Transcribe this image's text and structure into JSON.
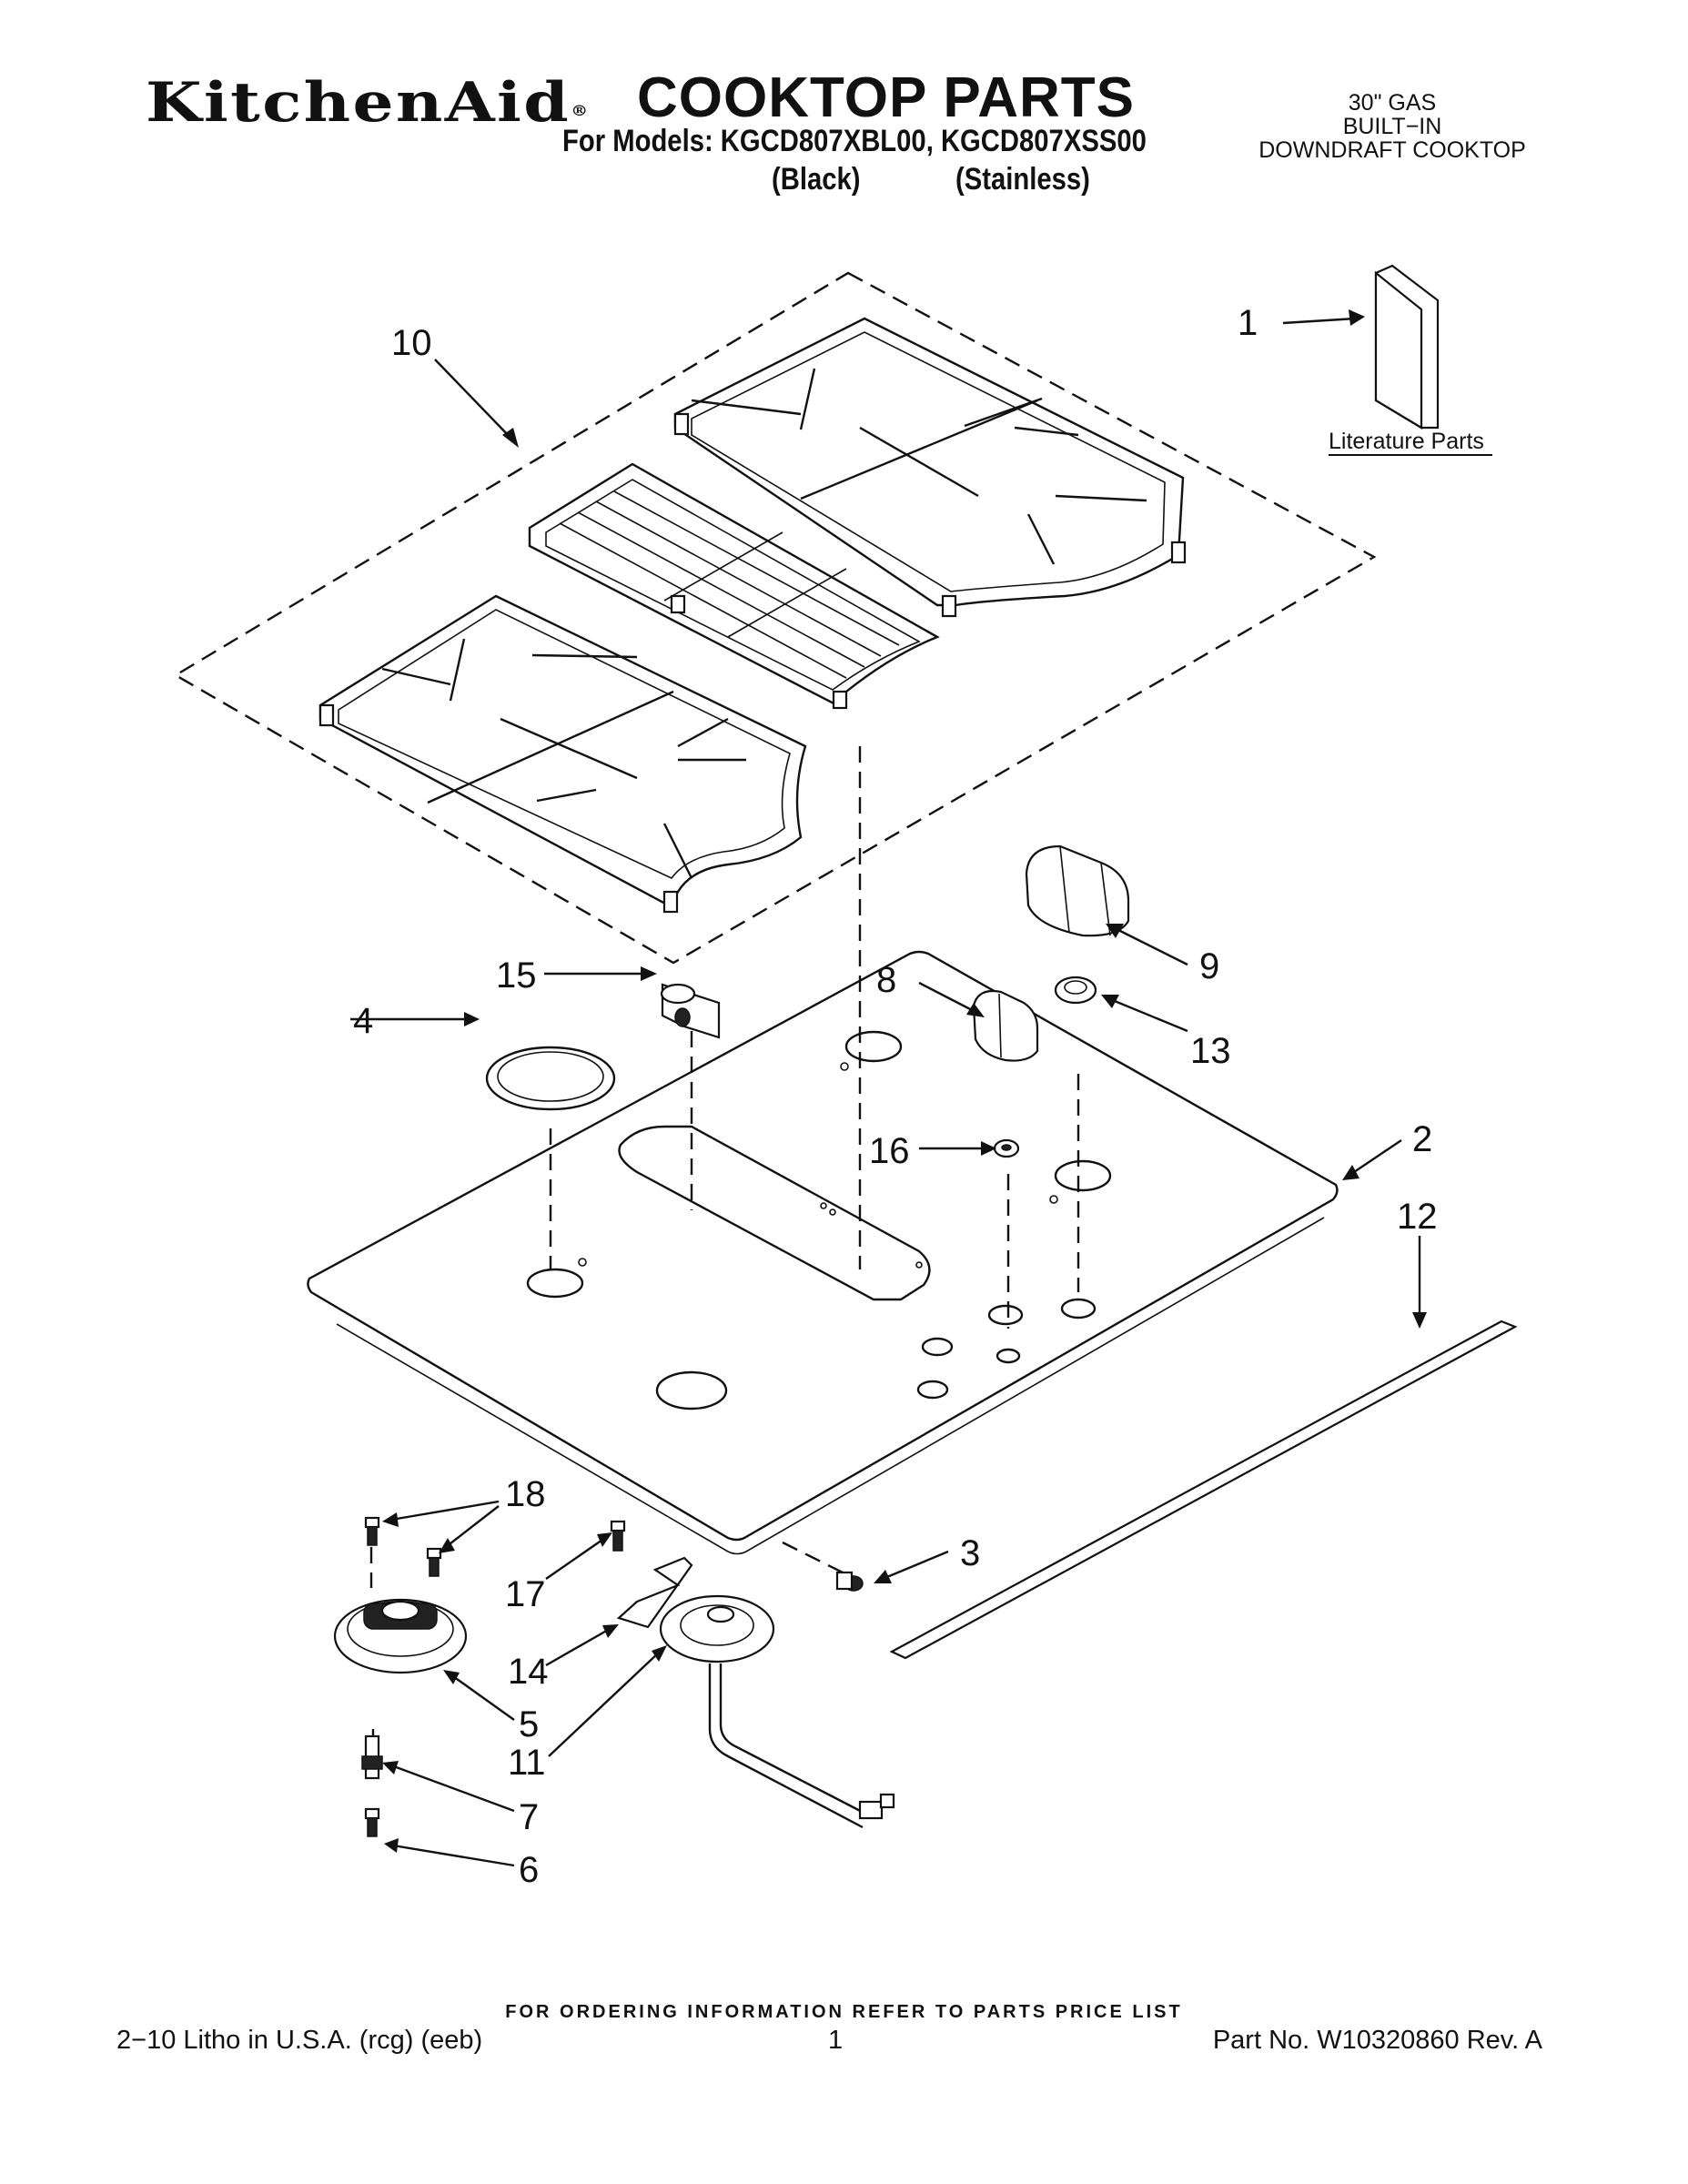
{
  "header": {
    "brand": "KitchenAid",
    "brand_mark": "®",
    "title": "COOKTOP PARTS",
    "models": "For Models: KGCD807XBL00, KGCD807XSS00",
    "variant_black": "(Black)",
    "variant_stainless": "(Stainless)",
    "description": [
      "30\" GAS",
      "BUILT−IN",
      "DOWNDRAFT COOKTOP"
    ]
  },
  "diagram": {
    "literature_label": "Literature Parts",
    "callouts": [
      "1",
      "2",
      "3",
      "4",
      "5",
      "6",
      "7",
      "8",
      "9",
      "10",
      "11",
      "12",
      "13",
      "14",
      "15",
      "16",
      "17",
      "18"
    ]
  },
  "footer": {
    "ordering_note": "FOR ORDERING INFORMATION REFER TO PARTS PRICE LIST",
    "print_info": "2−10 Litho in U.S.A. (rcg) (eeb)",
    "page_number": "1",
    "part_number": "Part No. W10320860 Rev. A"
  }
}
